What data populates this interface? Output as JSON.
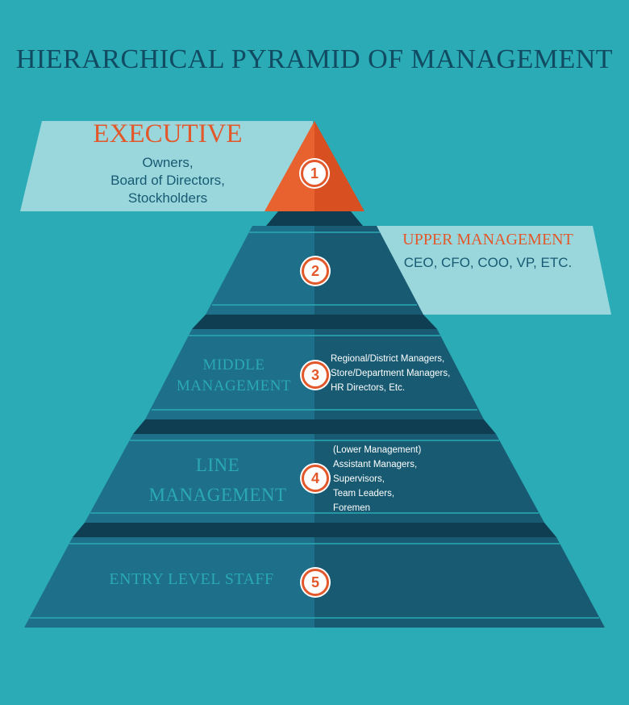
{
  "title": "HIERARCHICAL PYRAMID OF MANAGEMENT",
  "colors": {
    "background": "#2aabb5",
    "title": "#104b62",
    "accent": "#e2582a",
    "label_panel": "#9ad7dd",
    "tier_light": "#1e6f8a",
    "tier_dark": "#175a72"
  },
  "tiers": [
    {
      "number": "1",
      "title": "EXECUTIVE",
      "members": [
        "Owners,",
        "Board of Directors,",
        "Stockholders"
      ]
    },
    {
      "number": "2",
      "title": "UPPER MANAGEMENT",
      "members": [
        "CEO, CFO, COO, VP, ETC."
      ]
    },
    {
      "number": "3",
      "title_lines": [
        "MIDDLE",
        "MANAGEMENT"
      ],
      "members": [
        "Regional/District Managers,",
        "Store/Department Managers,",
        "HR Directors, Etc."
      ]
    },
    {
      "number": "4",
      "title_lines": [
        "LINE",
        "MANAGEMENT"
      ],
      "members": [
        "(Lower Management)",
        "Assistant Managers,",
        "Supervisors,",
        "Team Leaders,",
        "Foremen"
      ]
    },
    {
      "number": "5",
      "title": "ENTRY LEVEL STAFF"
    }
  ]
}
